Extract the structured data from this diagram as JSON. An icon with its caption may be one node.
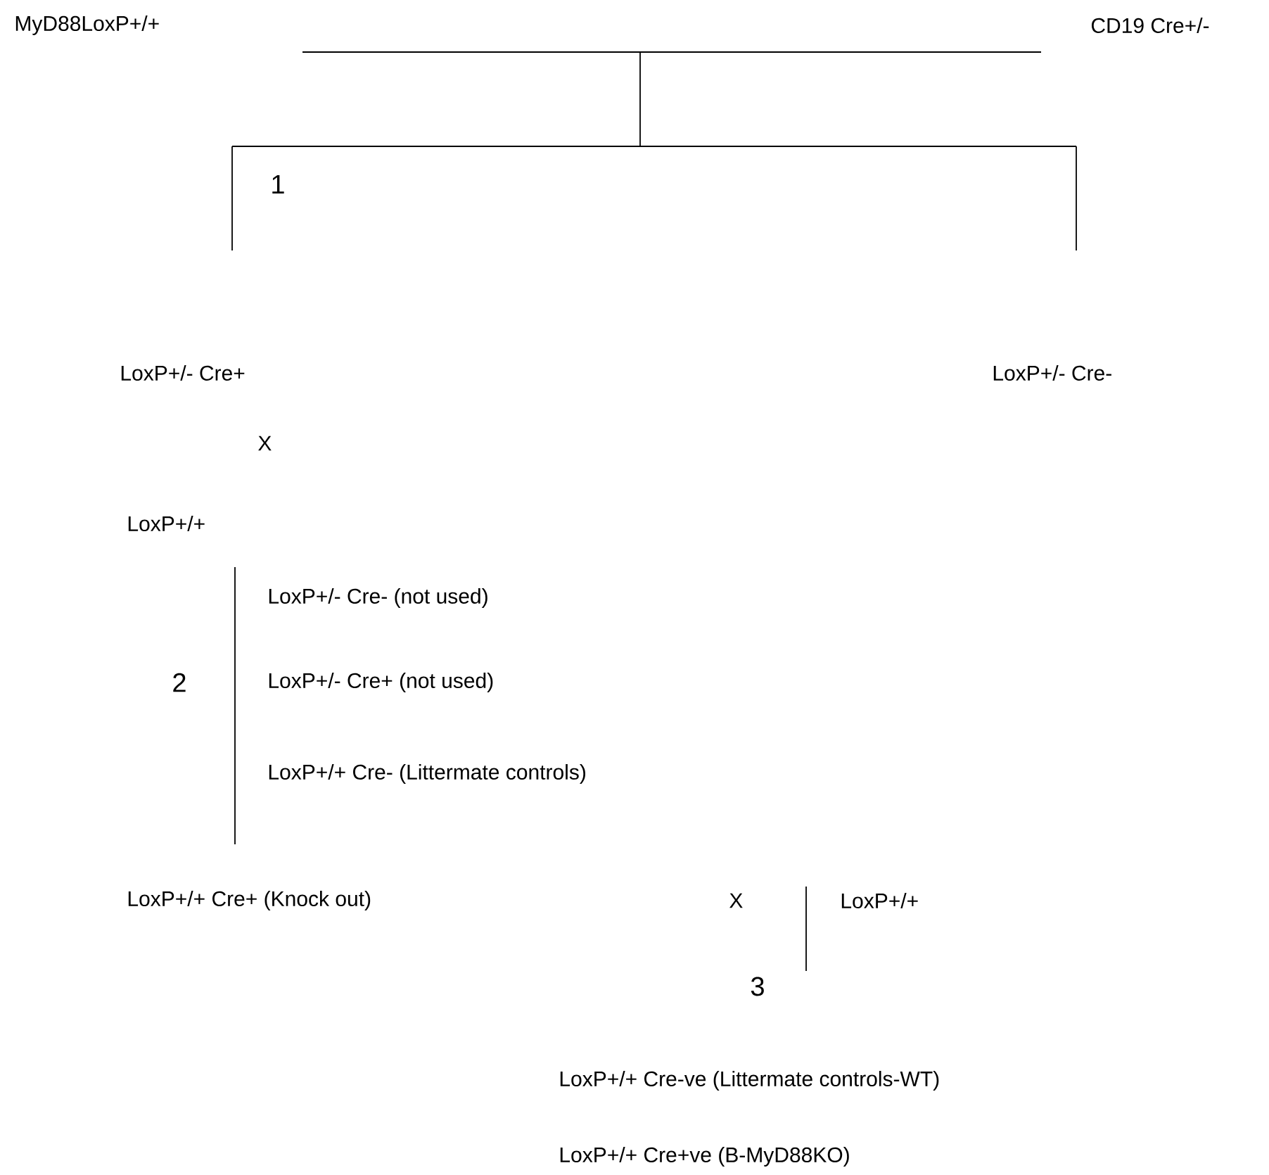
{
  "diagram": {
    "labels": [
      "MyD88LoxP+/+",
      "CD19 Cre+/-",
      "1",
      "LoxP+/- Cre+",
      "LoxP+/- Cre-",
      "X",
      "LoxP+/+",
      "LoxP+/- Cre- (not used)",
      "2",
      "LoxP+/- Cre+ (not used)",
      "LoxP+/+ Cre- (Littermate controls)",
      "LoxP+/+ Cre+ (Knock out)",
      "X",
      "LoxP+/+",
      "3",
      "LoxP+/+ Cre-ve (Littermate controls-WT)",
      "LoxP+/+ Cre+ve (B-MyD88KO)"
    ]
  }
}
